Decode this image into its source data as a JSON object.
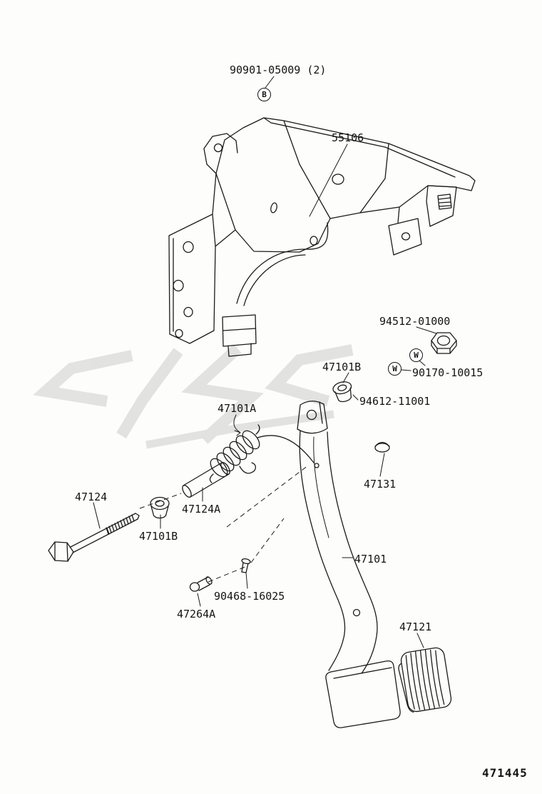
{
  "page": {
    "background": "#fdfdfb",
    "diagram_number": "471445"
  },
  "colors": {
    "line": "#1b1b1b",
    "label_text": "#141414",
    "watermark": "#c9c9c9"
  },
  "markers": {
    "bolt_symbol": "B",
    "washer_symbol": "W"
  },
  "labels": {
    "bolt_90901": "90901-05009 (2)",
    "bracket_55106": "55106",
    "nut_94512": "94512-01000",
    "bushing_47101b_upper": "47101B",
    "nut_90170": "90170-10015",
    "washer_94612": "94612-11001",
    "spring_47101a": "47101A",
    "cap_47131": "47131",
    "bolt_47124": "47124",
    "collar_47124a": "47124A",
    "bushing_47101b_lower": "47101B",
    "pedal_47101": "47101",
    "clip_90468": "90468-16025",
    "pin_47264a": "47264A",
    "pad_47121": "47121"
  }
}
